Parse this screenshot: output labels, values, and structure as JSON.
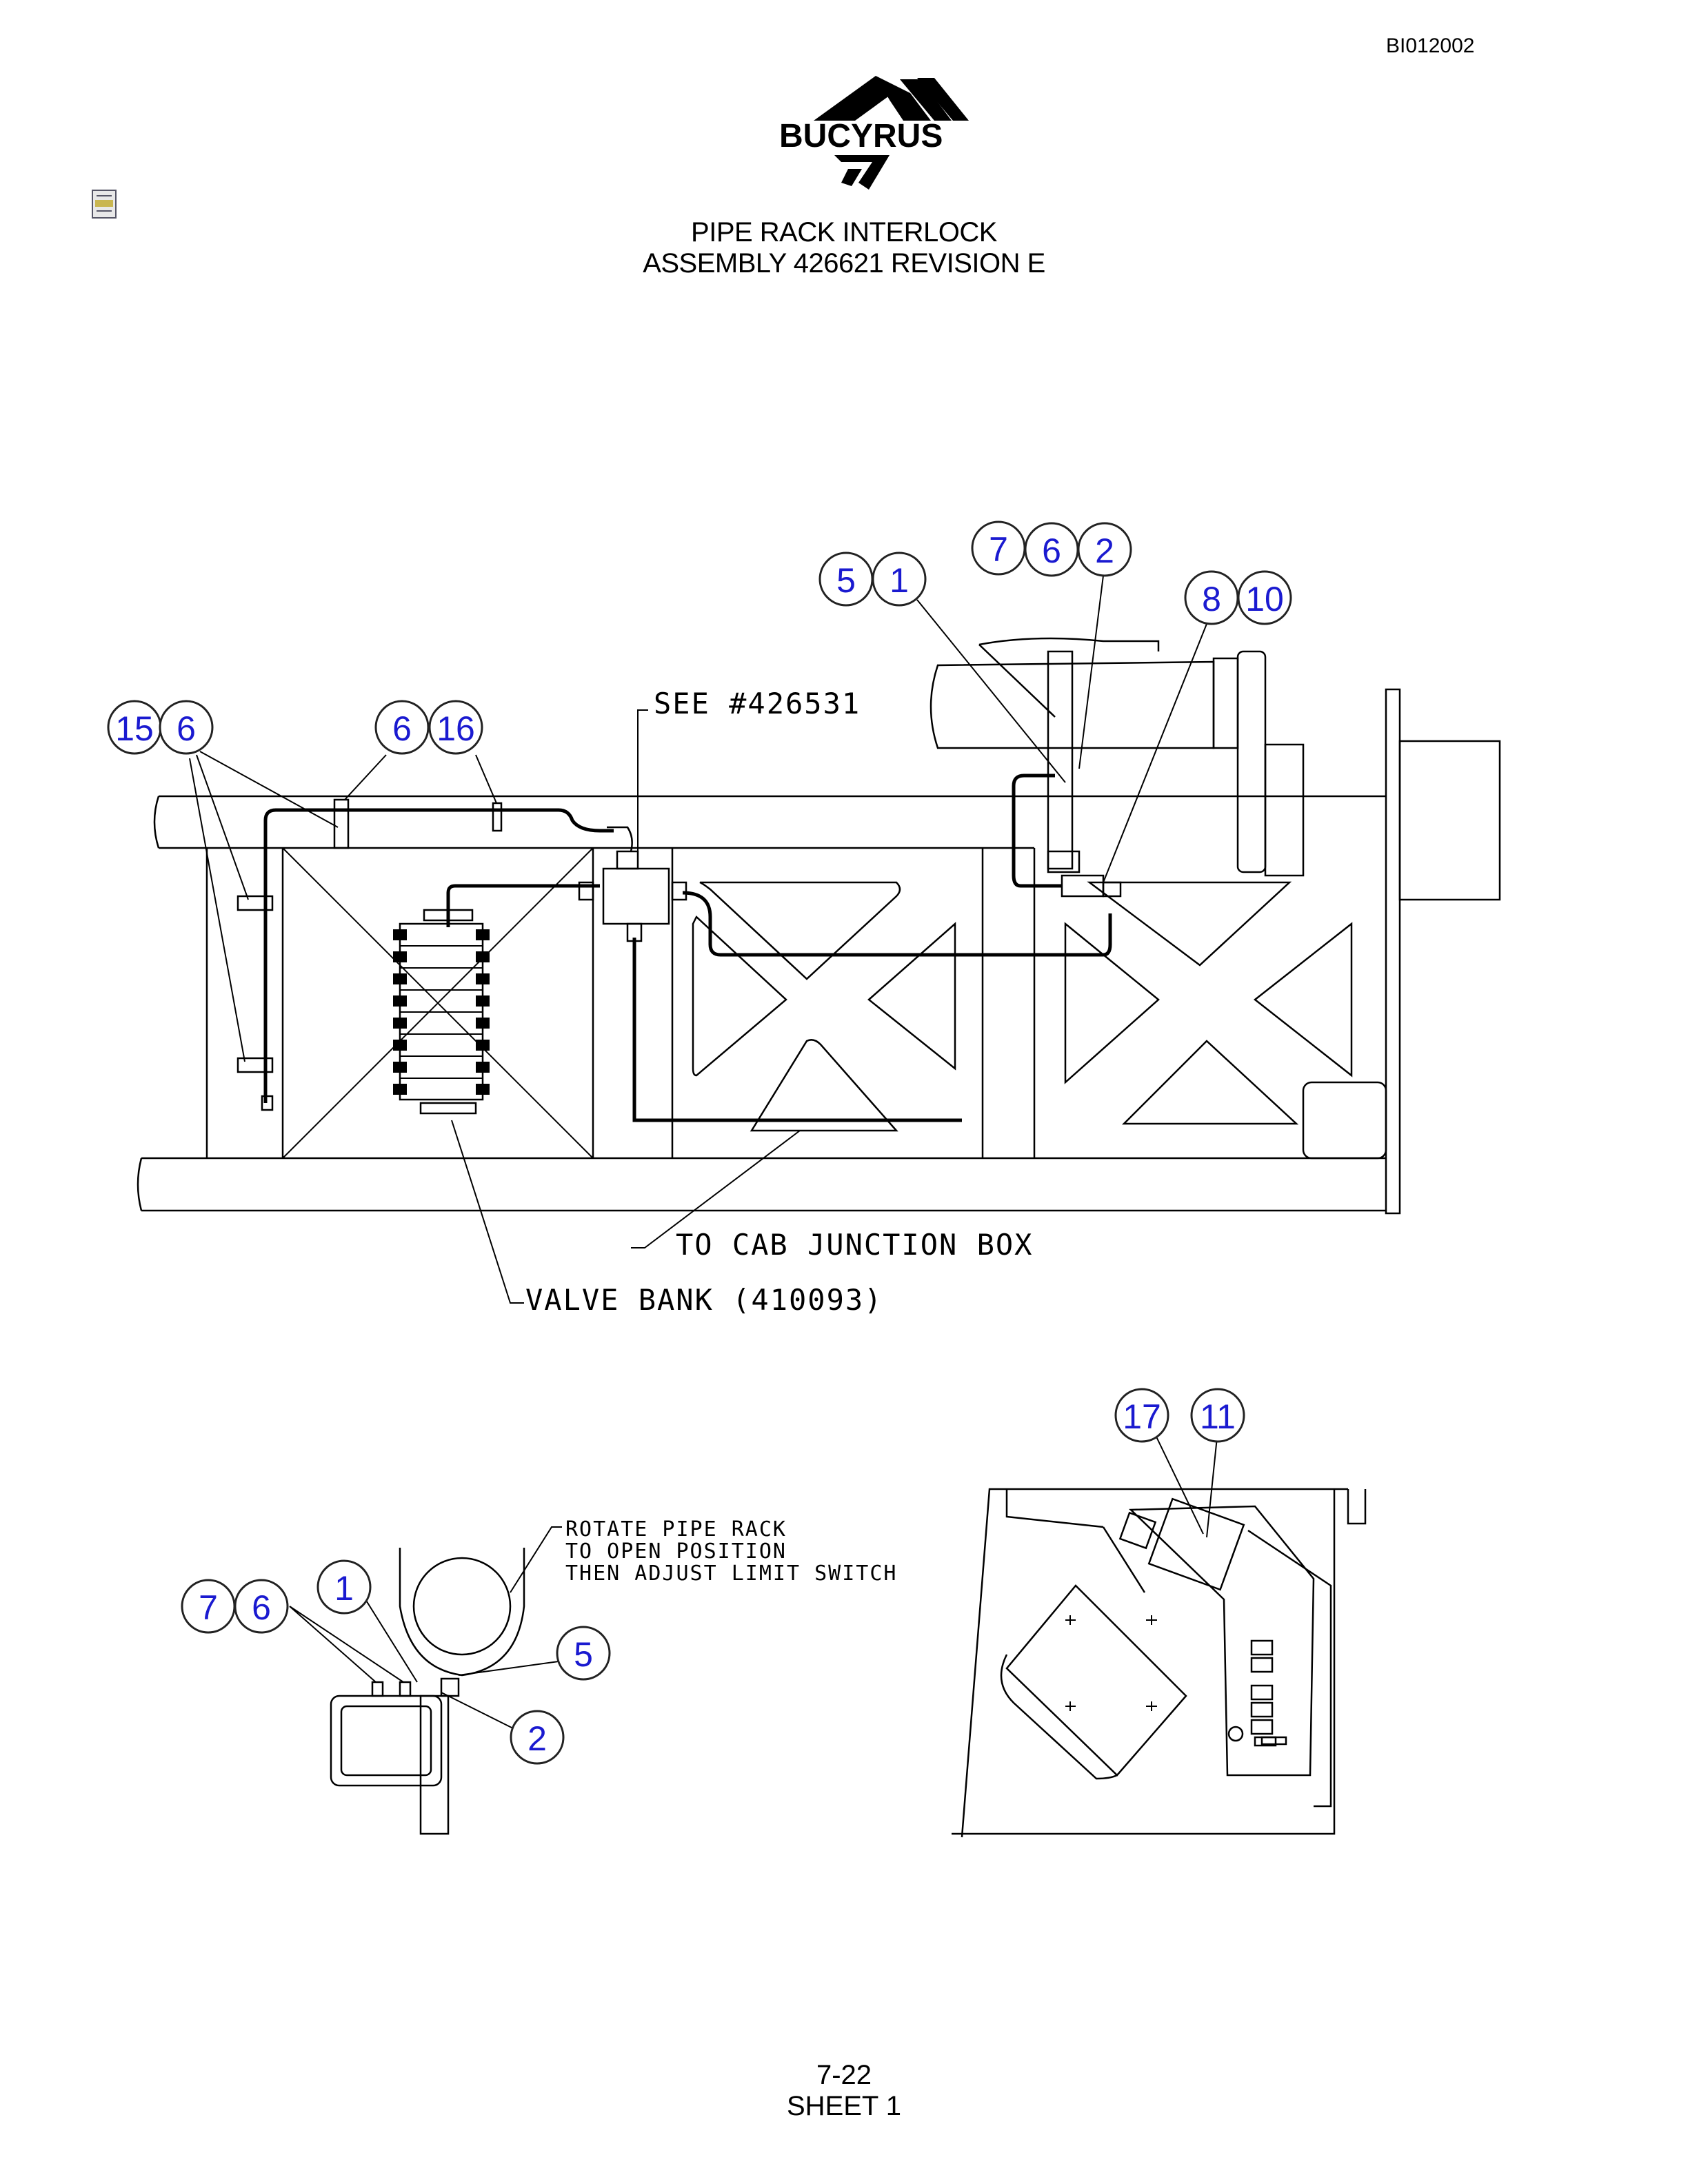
{
  "header": {
    "doc_id": "BI012002",
    "logo": "BUCYRUS",
    "title_line1": "PIPE RACK INTERLOCK",
    "title_line2": "ASSEMBLY 426621 REVISION E"
  },
  "callouts": {
    "see_ref": "SEE #426531",
    "cab_box": "TO CAB JUNCTION BOX",
    "valve_bank": "VALVE BANK (410093)",
    "rotate_1": "ROTATE PIPE RACK",
    "rotate_2": "TO OPEN POSITION",
    "rotate_3": "THEN ADJUST LIMIT SWITCH"
  },
  "balloons": {
    "b15": "15",
    "b6a": "6",
    "b6b": "6",
    "b16": "16",
    "b5": "5",
    "b1": "1",
    "b7": "7",
    "b6c": "6",
    "b2": "2",
    "b8": "8",
    "b10": "10",
    "b17": "17",
    "b11": "11",
    "d7": "7",
    "d6": "6",
    "d1": "1",
    "d5": "5",
    "d2": "2"
  },
  "footer": {
    "page": "7-22",
    "sheet": "SHEET 1"
  },
  "colors": {
    "balloon_text": "#1a1ad0"
  }
}
